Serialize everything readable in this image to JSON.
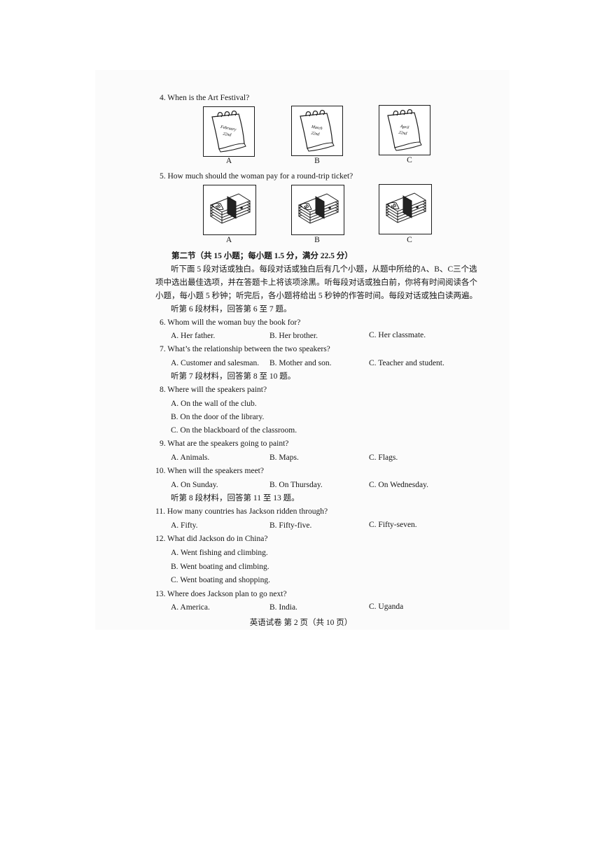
{
  "part1": {
    "q4": {
      "text": "4. When is the Art Festival?",
      "options": [
        {
          "letter": "A",
          "month": "February",
          "day": "22nd"
        },
        {
          "letter": "B",
          "month": "March",
          "day": "22nd"
        },
        {
          "letter": "C",
          "month": "April",
          "day": "22nd"
        }
      ]
    },
    "q5": {
      "text": "5. How much should the woman pay for a round-trip ticket?",
      "options": [
        {
          "letter": "A",
          "amount": "20"
        },
        {
          "letter": "B",
          "amount": "40"
        },
        {
          "letter": "C",
          "amount": "60"
        }
      ]
    }
  },
  "section2": {
    "heading": "第二节（共 15 小题；每小题 1.5 分，满分 22.5 分）",
    "instructions": [
      "听下面 5 段对话或独白。每段对话或独白后有几个小题，从题中所给的A、B、C三个选",
      "项中选出最佳选项，并在答题卡上将该项涂黑。听每段对话或独白前，你将有时间阅读各个",
      "小题，每小题 5 秒钟；听完后，各小题将给出 5 秒钟的作答时间。每段对话或独白读两遍。"
    ],
    "group6": "听第 6 段材料，回答第 6 至 7 题。",
    "group7": "听第 7 段材料，回答第 8 至 10 题。",
    "group8": "听第 8 段材料，回答第 11 至 13 题。"
  },
  "questions": {
    "q6": {
      "text": "6. Whom will the woman buy the book for?",
      "a": "A. Her father.",
      "b": "B. Her brother.",
      "c": "C. Her classmate."
    },
    "q7": {
      "text": "7. What’s the relationship between the two speakers?",
      "a": "A. Customer and salesman.",
      "b": "B. Mother and son.",
      "c": "C. Teacher and student."
    },
    "q8": {
      "text": "8. Where will the speakers paint?",
      "a": "A. On the wall of the club.",
      "b": "B. On the door of the library.",
      "c": "C. On the blackboard of the classroom."
    },
    "q9": {
      "text": "9. What are the speakers going to paint?",
      "a": "A. Animals.",
      "b": "B. Maps.",
      "c": "C. Flags."
    },
    "q10": {
      "text": "10. When will the speakers meet?",
      "a": "A. On Sunday.",
      "b": "B. On Thursday.",
      "c": "C. On Wednesday."
    },
    "q11": {
      "text": "11. How many countries has Jackson ridden through?",
      "a": "A. Fifty.",
      "b": "B. Fifty-five.",
      "c": "C. Fifty-seven."
    },
    "q12": {
      "text": "12. What did Jackson do in China?",
      "a": "A. Went fishing and climbing.",
      "b": "B. Went boating and climbing.",
      "c": "C. Went boating and shopping."
    },
    "q13": {
      "text": "13. Where does Jackson plan to go next?",
      "a": "A. America.",
      "b": "B. India.",
      "c": "C. Uganda"
    }
  },
  "footer": "英语试卷  第 2 页（共 10 页）"
}
